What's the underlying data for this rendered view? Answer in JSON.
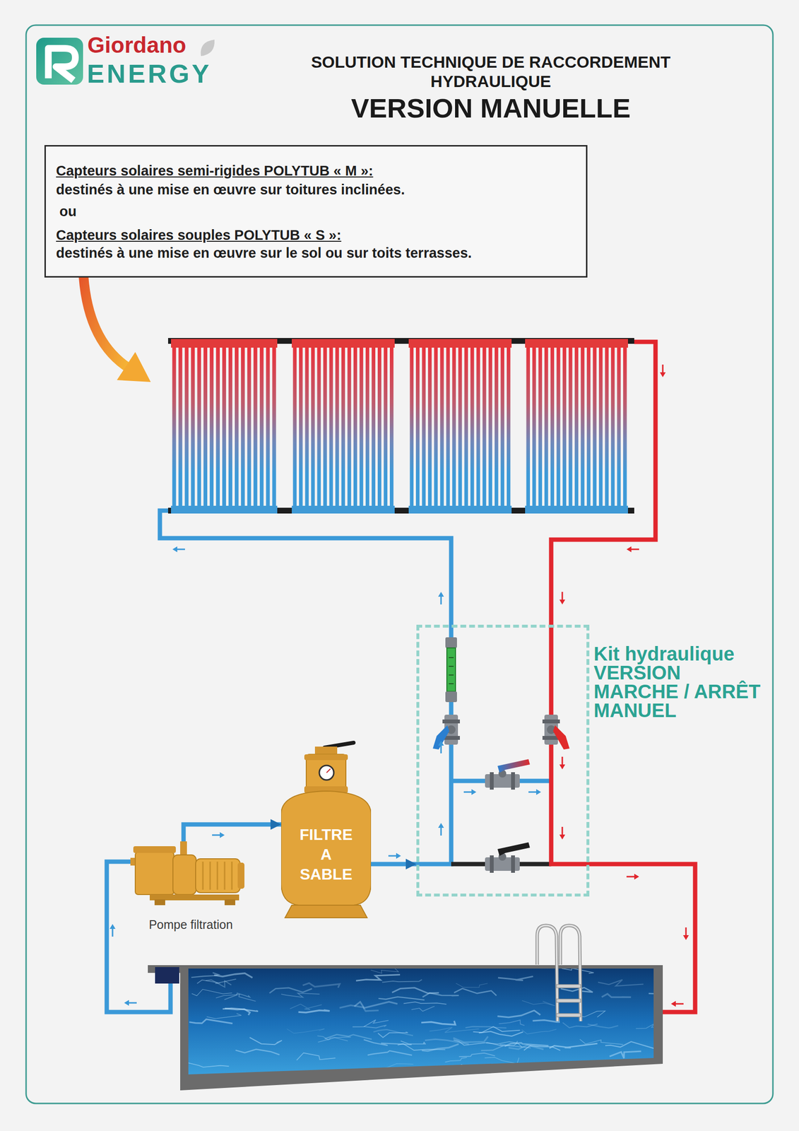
{
  "diagram": {
    "title": "SOLUTION TECHNIQUE DE RACCORDEMENT HYDRAULIQUE",
    "nodes": [
      {
        "text": [
          "Capteurs solaires semi-rigides POLYTUB « M »:",
          "destinés à une mise en œuvre sur toitures inclinées.",
          "ou",
          "Capteurs solaires souples POLYTUB « S »:",
          "destinés à une mise en œuvre sur le sol ou sur toits terrasses."
        ]
      },
      {
        "text": [
          "Kit hydraulique VERSION MARCHE / ARRÊT MANUEL"
        ]
      },
      {
        "text": [
          "FILTRE A SABLE"
        ]
      },
      {
        "text": [
          "Pompe filtration"
        ]
      }
    ],
    "edges": [
      {
        "from": 3,
        "to": 2,
        "arrow": "to"
      },
      {
        "from": 2,
        "to": 1,
        "arrow": "to"
      }
    ],
    "labels": [
      "Giordano",
      "ENERGY",
      "VERSION MANUELLE"
    ]
  }
}
